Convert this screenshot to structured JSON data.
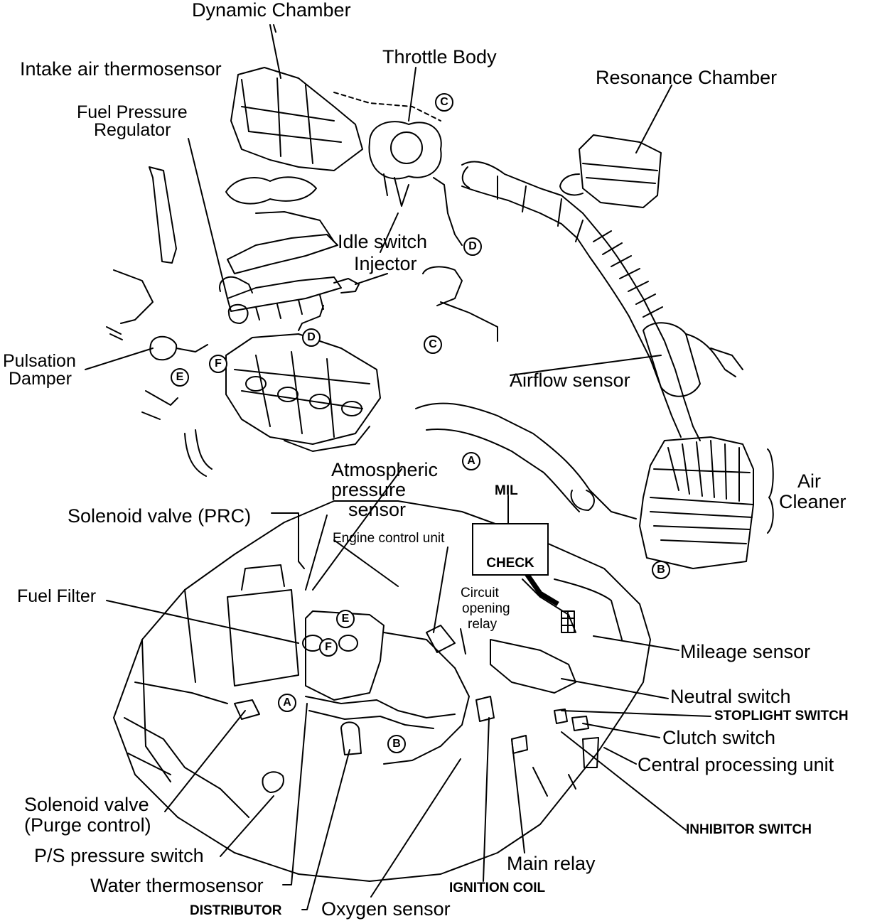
{
  "labels": {
    "dynamic_chamber": "Dynamic Chamber",
    "intake_air_thermosensor": "Intake air thermosensor",
    "throttle_body": "Throttle Body",
    "resonance_chamber": "Resonance Chamber",
    "fuel_pressure_regulator_1": "Fuel Pressure",
    "fuel_pressure_regulator_2": "Regulator",
    "idle_switch": "Idle switch",
    "injector": "Injector",
    "pulsation_damper_1": "Pulsation",
    "pulsation_damper_2": "Damper",
    "airflow_sensor": "Airflow sensor",
    "air_cleaner_1": "Air",
    "air_cleaner_2": "Cleaner",
    "atmospheric_pressure_sensor_1": "Atmospheric",
    "atmospheric_pressure_sensor_2": "pressure",
    "atmospheric_pressure_sensor_3": "sensor",
    "mil": "MIL",
    "check": "CHECK",
    "solenoid_valve_prc": "Solenoid valve (PRC)",
    "engine_control_unit": "Engine control unit",
    "circuit_opening_relay_1": "Circuit",
    "circuit_opening_relay_2": "opening",
    "circuit_opening_relay_3": "relay",
    "fuel_filter": "Fuel Filter",
    "mileage_sensor": "Mileage sensor",
    "neutral_switch": "Neutral switch",
    "stoplight_switch": "STOPLIGHT SWITCH",
    "clutch_switch": "Clutch switch",
    "central_processing_unit": "Central processing unit",
    "solenoid_valve_purge_1": "Solenoid valve",
    "solenoid_valve_purge_2": "(Purge control)",
    "ps_pressure_switch": "P/S pressure switch",
    "inhibitor_switch": "INHIBITOR SWITCH",
    "main_relay": "Main relay",
    "water_thermosensor": "Water thermosensor",
    "distributor": "DISTRIBUTOR",
    "oxygen_sensor": "Oxygen sensor",
    "ignition_coil": "IGNITION COIL"
  },
  "markers": {
    "A": "A",
    "B": "B",
    "C": "C",
    "D": "D",
    "E": "E",
    "F": "F"
  }
}
